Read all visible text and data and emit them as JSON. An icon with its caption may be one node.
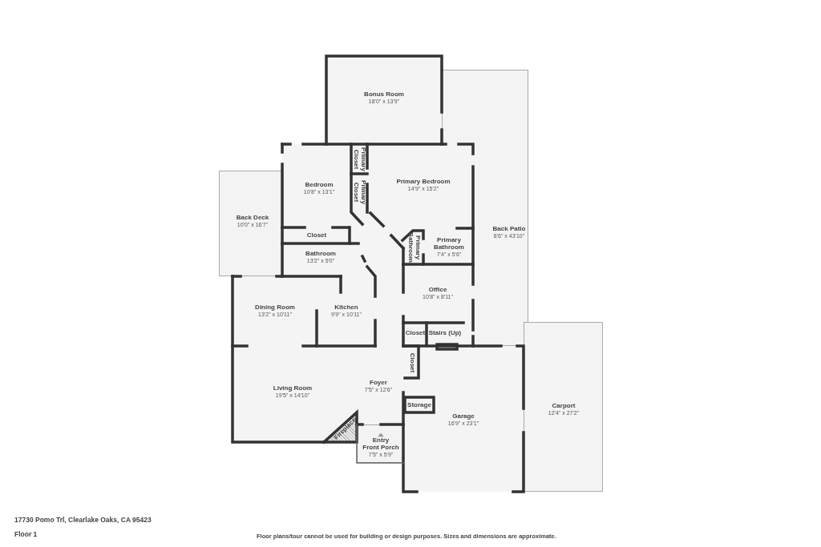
{
  "diagram": {
    "nodes": [
      {
        "text": [
          "Bonus Room",
          "18'0\" x 13'9\""
        ]
      },
      {
        "text": [
          "Back Patio",
          "8'6\" x 43'10\""
        ]
      },
      {
        "text": [
          "Back Deck",
          "10'0\" x 16'7\""
        ]
      },
      {
        "text": [
          "Bedroom",
          "10'8\" x 13'1\""
        ]
      },
      {
        "text": [
          "Primary Closet"
        ]
      },
      {
        "text": [
          "Primary Closet"
        ]
      },
      {
        "text": [
          "Primary Bedroom",
          "14'9\" x 15'2\""
        ]
      },
      {
        "text": [
          "Closet"
        ]
      },
      {
        "text": [
          "Primary Bathroom"
        ]
      },
      {
        "text": [
          "Primary Bathroom",
          "7'4\" x 5'6\""
        ]
      },
      {
        "text": [
          "Bathroom",
          "13'2\" x 5'0\""
        ]
      },
      {
        "text": [
          "Office",
          "10'8\" x 8'11\""
        ]
      },
      {
        "text": [
          "Dining Room",
          "13'2\" x 10'11\""
        ]
      },
      {
        "text": [
          "Kitchen",
          "9'9\" x 10'11\""
        ]
      },
      {
        "text": [
          "Closet"
        ]
      },
      {
        "text": [
          "Stairs (Up)"
        ]
      },
      {
        "text": [
          "Closet"
        ],
        "in": 22
      },
      {
        "text": [
          "Living Room",
          "19'5\" x 14'10\""
        ]
      },
      {
        "text": [
          "Foyer",
          "7'5\" x 12'6\""
        ]
      },
      {
        "text": [
          "Storage"
        ],
        "in": 22
      },
      {
        "text": [
          "Fireplace"
        ],
        "in": 17
      },
      {
        "text": [
          "Entry",
          "Front Porch",
          "7'5\" x 5'9\""
        ]
      },
      {
        "text": [
          "Garage",
          "16'9\" x 23'1\""
        ]
      },
      {
        "text": [
          "Carport",
          "12'4\" x 27'2\""
        ]
      }
    ],
    "labels": [
      "17730 Pomo Trl, Clearlake Oaks, CA 95423",
      "Floor 1",
      "Floor plans/tour cannot be used for building or design purposes. Sizes and dimensions are approximate."
    ]
  }
}
